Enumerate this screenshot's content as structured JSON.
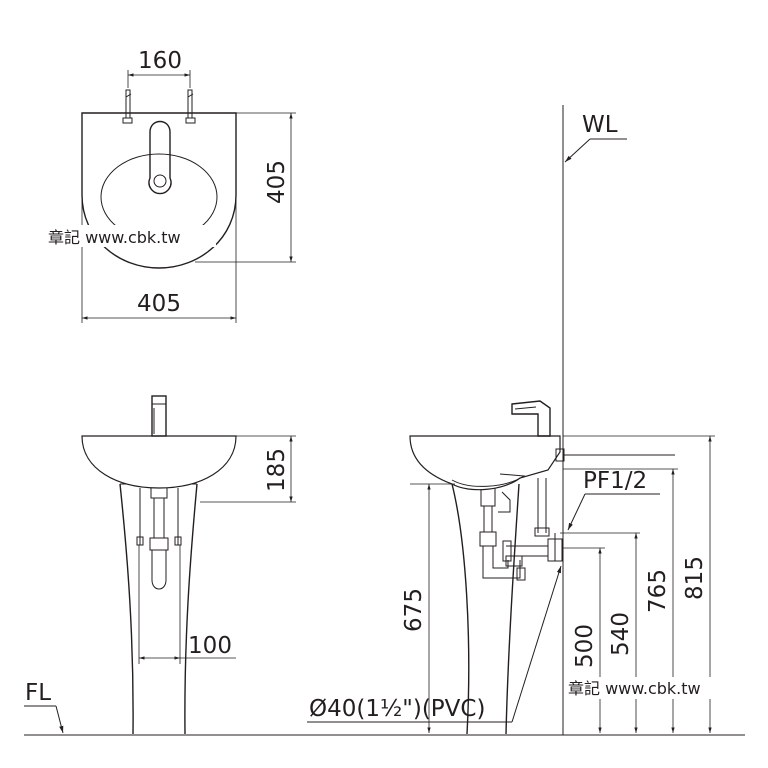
{
  "dimensions": {
    "top_width_between_taps": "160",
    "top_depth": "405",
    "top_width": "405",
    "front_basin_height": "185",
    "front_pedestal_width": "100",
    "side_floor_to_basin": "675",
    "side_drain_height": "500",
    "side_supply_height": "540",
    "side_valve_height": "765",
    "side_rim_height": "815"
  },
  "labels": {
    "water_line": "WL",
    "floor_line": "FL",
    "supply_fitting": "PF1/2",
    "drain_pipe": "Ø40(1½\")(PVC)"
  },
  "watermarks": {
    "top": "章記 www.cbk.tw",
    "bottom": "章記 www.cbk.tw"
  }
}
